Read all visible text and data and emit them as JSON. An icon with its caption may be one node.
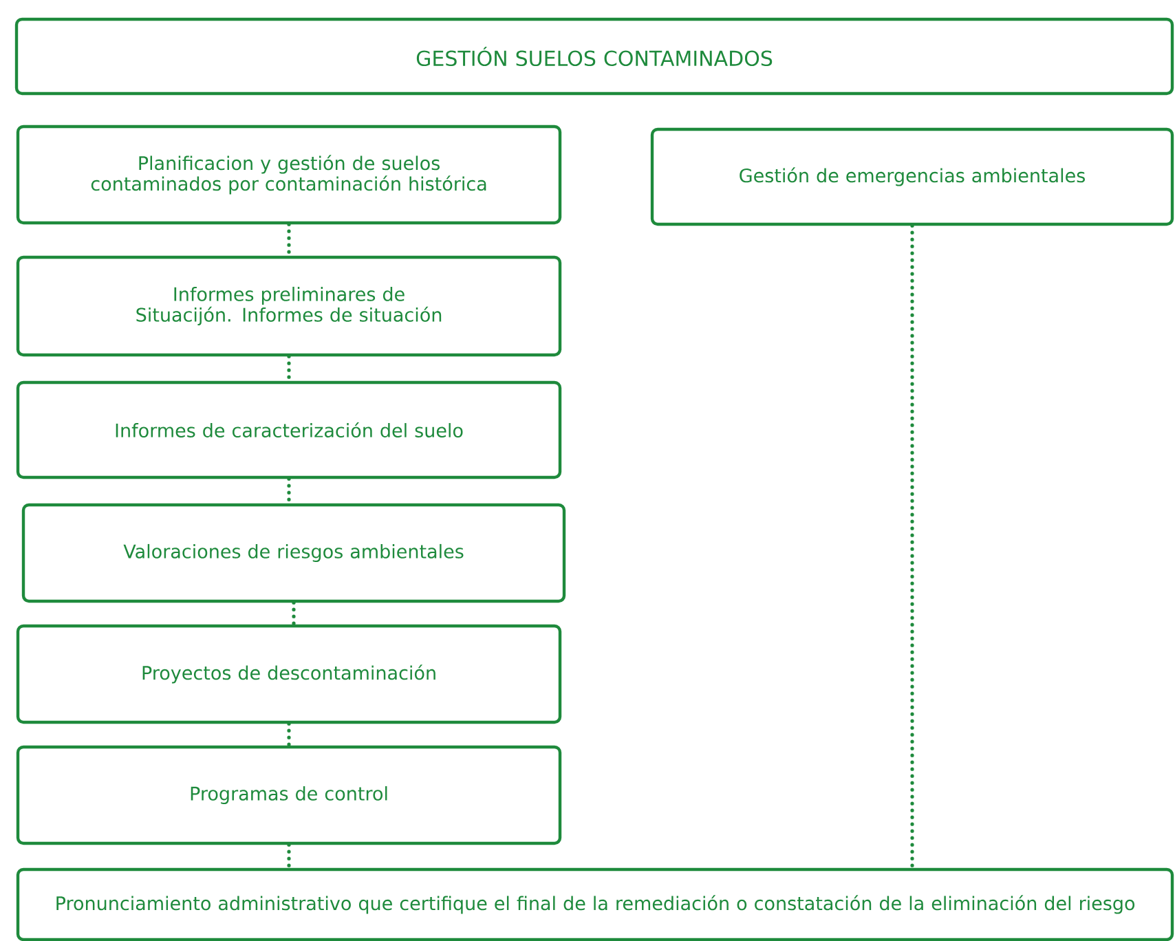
{
  "diagram": {
    "nodes": [
      {
        "text": [
          "GESTIÓN SUELOS CONTAMINADOS"
        ]
      },
      {
        "text": [
          "Planificacion y gestión de suelos contaminados por contaminación histórica"
        ]
      },
      {
        "text": [
          "Gestión de emergencias ambientales"
        ]
      },
      {
        "text": [
          "Informes preliminares de Situacijón. Informes de situación"
        ]
      },
      {
        "text": [
          "Informes de caracterización del suelo"
        ]
      },
      {
        "text": [
          "Valoraciones de riesgos ambientales"
        ]
      },
      {
        "text": [
          "Proyectos de descontaminación"
        ]
      },
      {
        "text": [
          "Programas de control"
        ]
      },
      {
        "text": [
          "Pronunciamiento administrativo que certifique el final de la remediación o constatación de la eliminación del riesgo"
        ]
      }
    ],
    "edges": [
      {
        "from": 1,
        "to": 3,
        "arrow": "none"
      },
      {
        "from": 3,
        "to": 4,
        "arrow": "none"
      },
      {
        "from": 4,
        "to": 5,
        "arrow": "none"
      },
      {
        "from": 5,
        "to": 6,
        "arrow": "none"
      },
      {
        "from": 6,
        "to": 7,
        "arrow": "none"
      },
      {
        "from": 7,
        "to": 8,
        "arrow": "none"
      },
      {
        "from": 2,
        "to": 8,
        "arrow": "none"
      }
    ]
  }
}
